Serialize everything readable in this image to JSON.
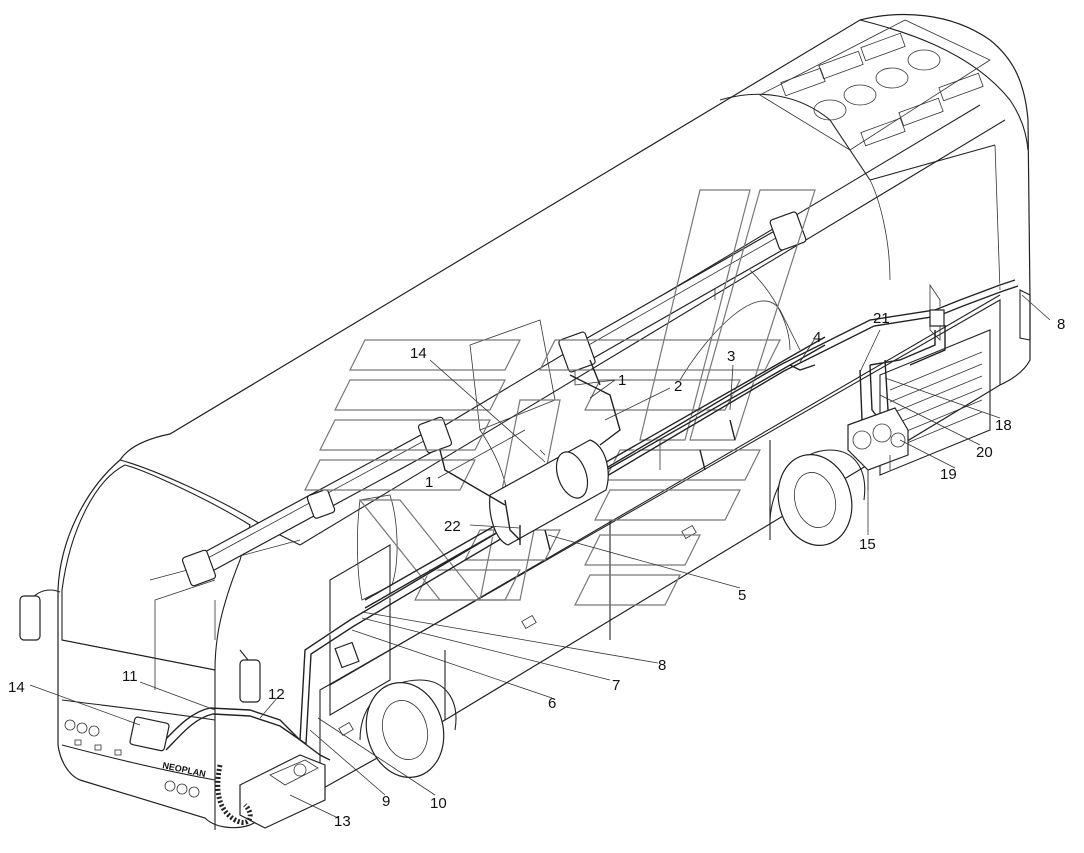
{
  "callouts": {
    "c1a": "1",
    "c1b": "1",
    "c2": "2",
    "c3": "3",
    "c4": "4",
    "c5": "5",
    "c6": "6",
    "c7": "7",
    "c8a": "8",
    "c8b": "8",
    "c9": "9",
    "c10": "10",
    "c11": "11",
    "c12": "12",
    "c13": "13",
    "c14a": "14",
    "c14b": "14",
    "c15": "15",
    "c18": "18",
    "c19": "19",
    "c20": "20",
    "c21": "21",
    "c22": "22"
  },
  "badge_text": "NEOPLAN"
}
